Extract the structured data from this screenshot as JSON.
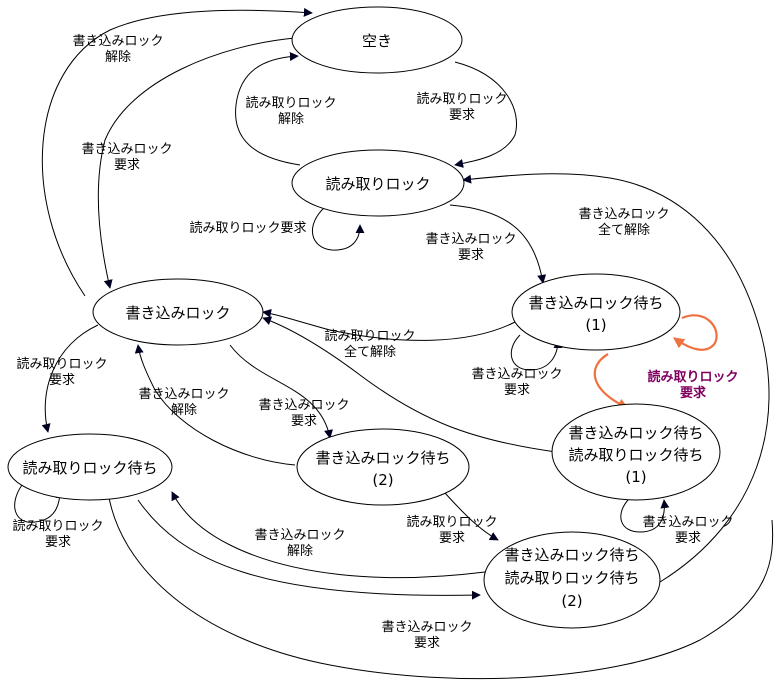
{
  "states": {
    "free": [
      "空き"
    ],
    "read_lock": [
      "読み取りロック"
    ],
    "write_lock": [
      "書き込みロック"
    ],
    "write_wait_1": [
      "書き込みロック待ち",
      "(1)"
    ],
    "read_wait": [
      "読み取りロック待ち"
    ],
    "write_wait_2": [
      "書き込みロック待ち",
      "(2)"
    ],
    "both_wait_1": [
      "書き込みロック待ち",
      "読み取りロック待ち",
      "(1)"
    ],
    "both_wait_2": [
      "書き込みロック待ち",
      "読み取りロック待ち",
      "(2)"
    ]
  },
  "labels": {
    "write_release_top": [
      "書き込みロック",
      "解除"
    ],
    "write_request_top": [
      "書き込みロック",
      "要求"
    ],
    "read_release_top": [
      "読み取りロック",
      "解除"
    ],
    "read_request_top": [
      "読み取りロック",
      "要求"
    ],
    "read_request_self": [
      "読み取りロック要求"
    ],
    "write_request_mid": [
      "書き込みロック",
      "要求"
    ],
    "write_all_release": [
      "書き込みロック",
      "全て解除"
    ],
    "read_all_release": [
      "読み取りロック",
      "全て解除"
    ],
    "write_wait1_self": [
      "書き込みロック",
      "要求"
    ],
    "read_request_hl": [
      "読み取りロック",
      "要求"
    ],
    "read_request_left": [
      "読み取りロック",
      "要求"
    ],
    "write_release_mid": [
      "書き込みロック",
      "解除"
    ],
    "write_request_mid2": [
      "書き込みロック",
      "要求"
    ],
    "read_wait_self": [
      "読み取りロック",
      "要求"
    ],
    "read_request_w2": [
      "読み取りロック",
      "要求"
    ],
    "both1_self": [
      "書き込みロック",
      "要求"
    ],
    "write_release_bottom": [
      "書き込みロック",
      "解除"
    ],
    "write_request_bottom": [
      "書き込みロック",
      "要求"
    ]
  },
  "colors": {
    "line": "#000000",
    "highlight_arrow": "#f07040",
    "highlight_label": "#800060"
  }
}
